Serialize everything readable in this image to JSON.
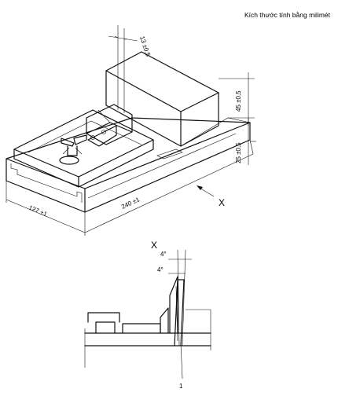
{
  "note": "Kích thước tính bằng milimét",
  "dims": {
    "d13": "13 ±0,5",
    "d45": "45 ±0,5",
    "d25": "25 ±0,5",
    "d240": "240 ±1",
    "d127": "127 ±1"
  },
  "view_label": "X",
  "detail": {
    "label": "X",
    "angle_a": "4°",
    "angle_b": "4°",
    "callout": "1"
  }
}
